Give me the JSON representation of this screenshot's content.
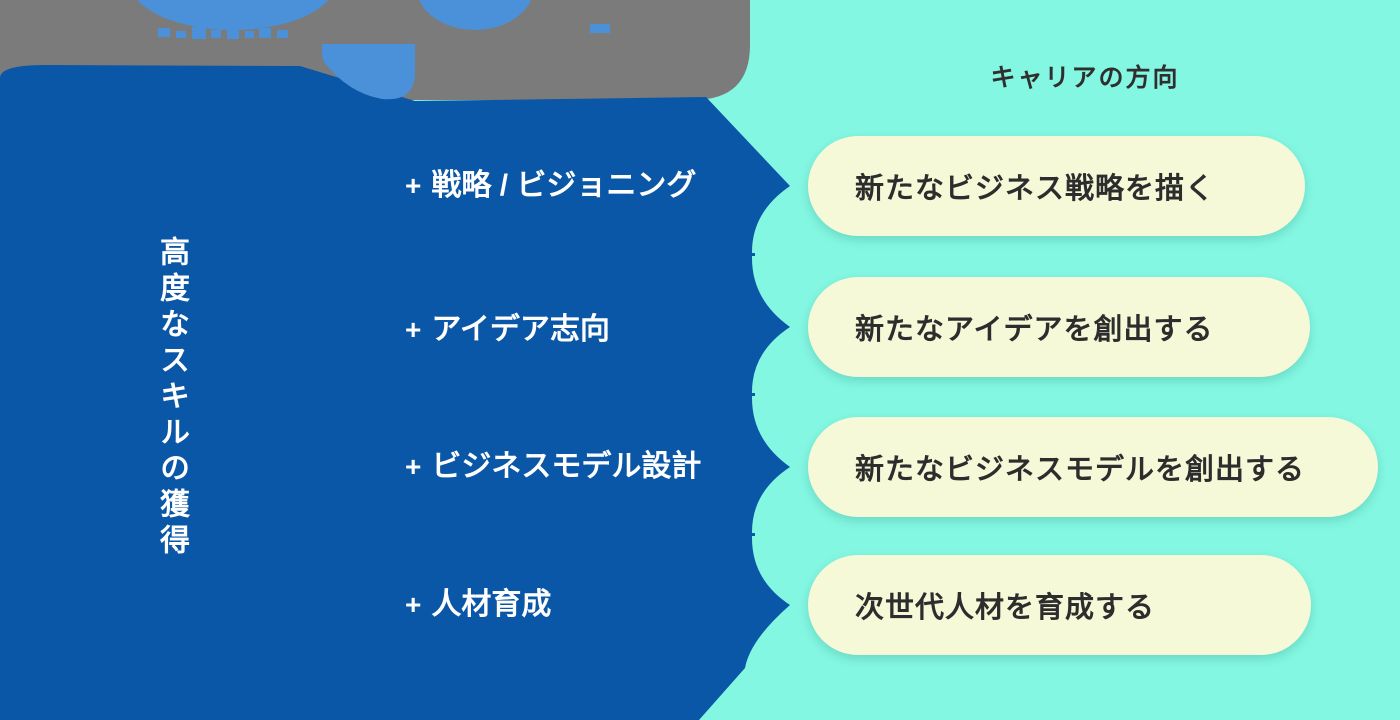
{
  "colors": {
    "background_mint": "#84F7E2",
    "panel_blue": "#0A56A7",
    "accent_light_blue": "#4A91DA",
    "top_gray": "#7B7B7B",
    "pill_cream": "#F5F9D8",
    "pill_text": "#2D2D2D",
    "item_text": "#FFFFFF"
  },
  "skill_panel": {
    "vertical_title": "高度なスキルの獲得",
    "items": [
      {
        "prefix": "+",
        "label": "戦略 / ビジョニング"
      },
      {
        "prefix": "+",
        "label": "アイデア志向"
      },
      {
        "prefix": "+",
        "label": "ビジネスモデル設計"
      },
      {
        "prefix": "+",
        "label": "人材育成"
      }
    ]
  },
  "career_panel": {
    "header": "キャリアの方向",
    "pills": [
      {
        "label": "新たなビジネス戦略を描く"
      },
      {
        "label": "新たなアイデアを創出する"
      },
      {
        "label": "新たなビジネスモデルを創出する"
      },
      {
        "label": "次世代人材を育成する"
      }
    ]
  }
}
